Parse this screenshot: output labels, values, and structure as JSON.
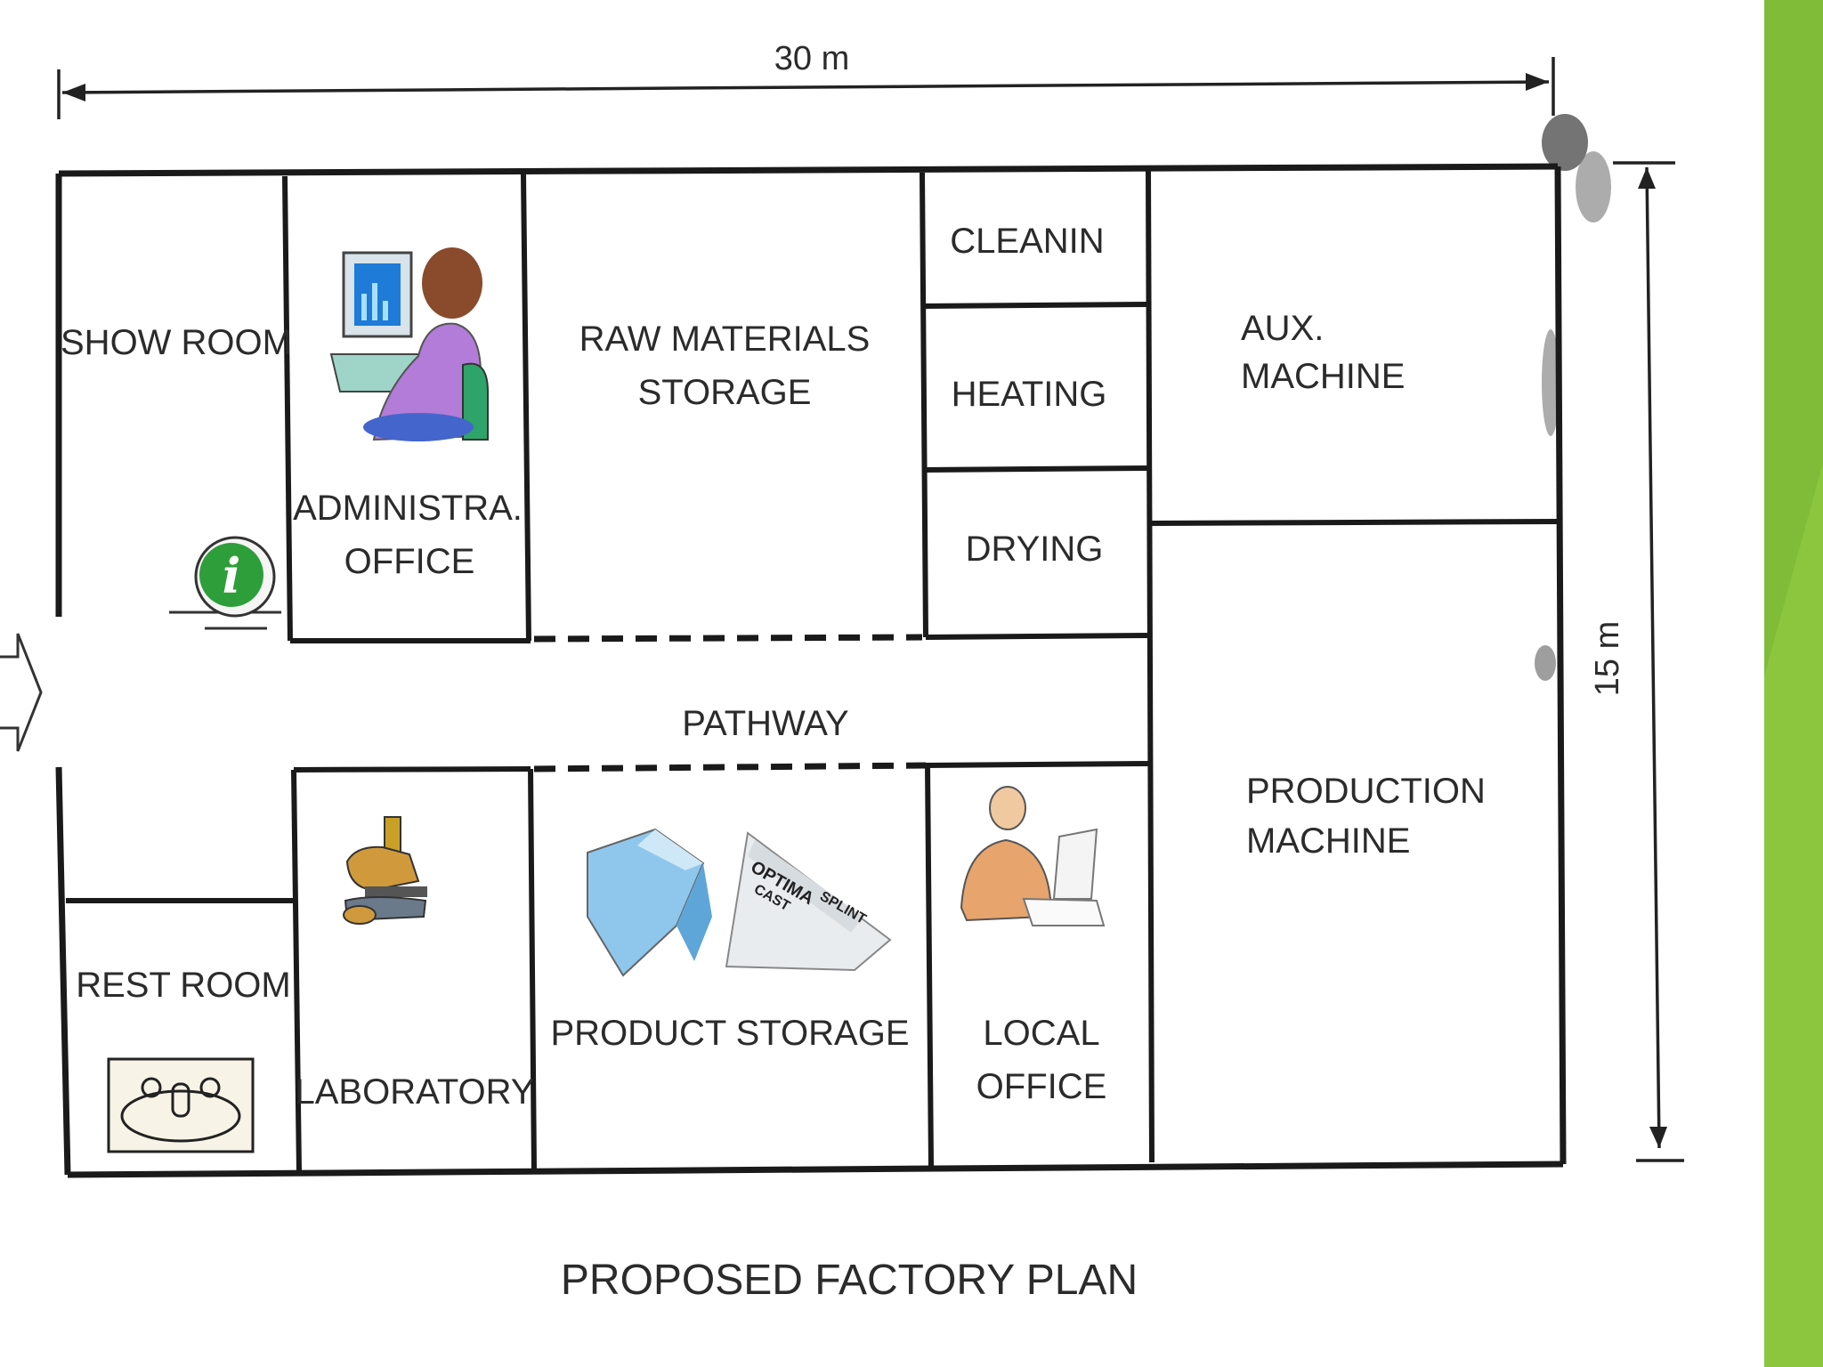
{
  "plan": {
    "title": "PROPOSED FACTORY PLAN",
    "width_label": "30 m",
    "height_label": "15 m",
    "rooms": {
      "show_room": "SHOW ROOM",
      "admin_line1": "ADMINISTRA.",
      "admin_line2": "OFFICE",
      "raw_line1": "RAW MATERIALS",
      "raw_line2": "STORAGE",
      "cleaning": "CLEANIN",
      "heating": "HEATING",
      "drying": "DRYING",
      "aux_line1": "AUX.",
      "aux_line2": "MACHINE",
      "pathway": "PATHWAY",
      "production_line1": "PRODUCTION",
      "production_line2": "MACHINE",
      "rest_room": "REST ROOM",
      "laboratory": "LABORATORY",
      "product_storage": "PRODUCT STORAGE",
      "local_line1": "LOCAL",
      "local_line2": "OFFICE"
    },
    "clipart": {
      "optima_line1": "OPTIMA",
      "optima_line2": "CAST",
      "optima_line3": "SPLINT"
    },
    "info_icon_letter": "i"
  },
  "colors": {
    "accent_bar": "#8cc63f",
    "info_icon": "#2e9e3a",
    "wall": "#1a1a1a",
    "text": "#2b2b2b"
  }
}
